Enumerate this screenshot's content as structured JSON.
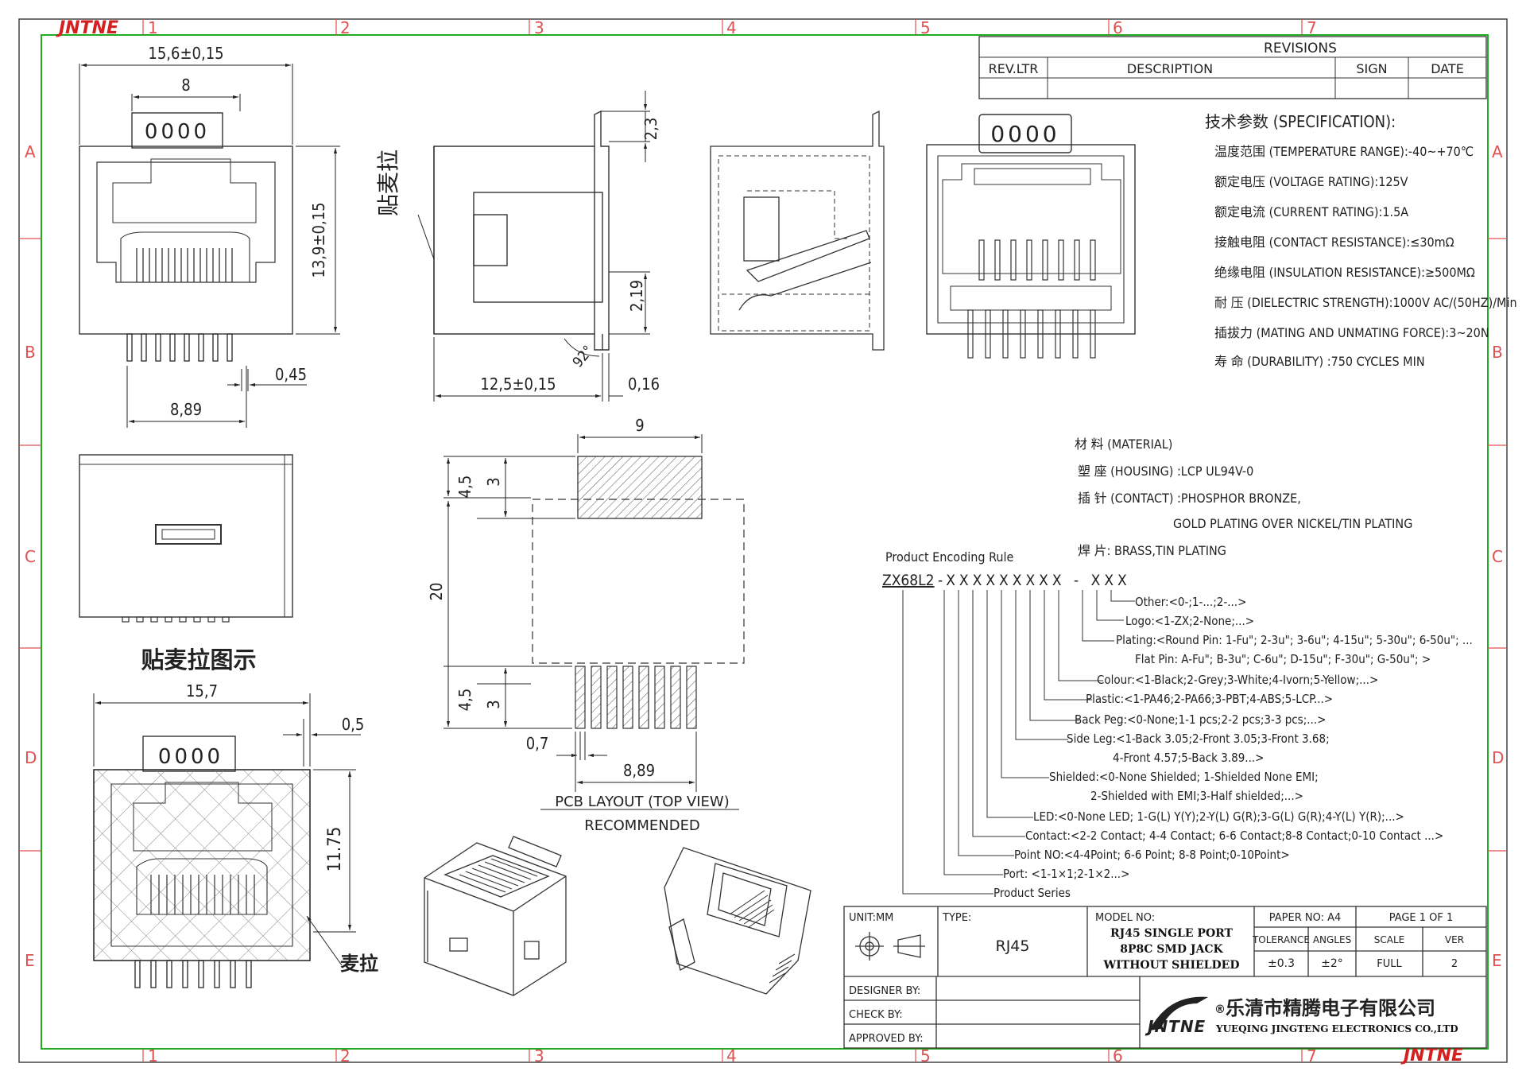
{
  "brand": {
    "logo_text": "JNTNE",
    "logo_color": "#d42020",
    "frame_color": "#22aa22",
    "zone_color": "#e05050"
  },
  "zones": {
    "columns": [
      "1",
      "2",
      "3",
      "4",
      "5",
      "6",
      "7"
    ],
    "rows": [
      "A",
      "B",
      "C",
      "D",
      "E"
    ]
  },
  "revisions": {
    "title": "REVISIONS",
    "headers": [
      "REV.LTR",
      "DESCRIPTION",
      "SIGN",
      "DATE"
    ]
  },
  "dims": {
    "front_width": "15,6±0,15",
    "top_width": "8",
    "height": "13,9±0,15",
    "pin_span": "8,89",
    "pin_width": "0,45",
    "side_tab": "2,3",
    "side_mid": "2,19",
    "side_depth": "12,5±0,15",
    "side_thick": "0,16",
    "angle": "92°",
    "pcb_w": "9",
    "pcb_top1": "4,5",
    "pcb_top2": "3",
    "pcb_h": "20",
    "pcb_bot1": "4,5",
    "pcb_bot2": "3",
    "pcb_pad": "0,7",
    "pcb_span": "8,89",
    "pull_width": "15,7",
    "pull_edge": "0,5",
    "pull_height": "11.75"
  },
  "labels": {
    "pull_vertical": "贴麦拉",
    "pull_title": "贴麦拉图示",
    "pull_arrow": "麦拉",
    "pcb_layout": "PCB LAYOUT (TOP VIEW)",
    "recommended": "RECOMMENDED",
    "front_contacts": "0000"
  },
  "specification": {
    "title": "技术参数 (SPECIFICATION):",
    "items": [
      "温度范围 (TEMPERATURE RANGE):-40~+70℃",
      "额定电压 (VOLTAGE RATING):125V",
      "额定电流 (CURRENT RATING):1.5A",
      "接触电阻 (CONTACT RESISTANCE):≤30mΩ",
      "绝缘电阻 (INSULATION RESISTANCE):≥500MΩ",
      "耐  压 (DIELECTRIC STRENGTH):1000V AC/(50HZ)/Min",
      "插拔力 (MATING AND UNMATING FORCE):3~20N",
      "寿  命 (DURABILITY) :750 CYCLES MIN"
    ]
  },
  "material": {
    "title": "材 料 (MATERIAL)",
    "items": [
      "塑  座 (HOUSING) :LCP UL94V-0",
      "插  针 (CONTACT) :PHOSPHOR BRONZE,",
      "GOLD PLATING OVER NICKEL/TIN PLATING",
      "焊  片: BRASS,TIN PLATING"
    ]
  },
  "encoding": {
    "title": "Product Encoding Rule",
    "code_prefix": "ZX68L2",
    "code_rest": "-XXXXXXXXX - XXX",
    "rules": [
      "Other:<0-;1-...;2-...>",
      "Logo:<1-ZX;2-None;...>",
      "Plating:<Round Pin:  1-Fu\"; 2-3u\"; 3-6u\"; 4-15u\"; 5-30u\"; 6-50u\"; ...",
      "Flat Pin:   A-Fu\"; B-3u\"; C-6u\"; D-15u\"; F-30u\"; G-50u\"; >",
      "Colour:<1-Black;2-Grey;3-White;4-Ivorn;5-Yellow;...>",
      "Plastic:<1-PA46;2-PA66;3-PBT;4-ABS;5-LCP...>",
      "Back Peg:<0-None;1-1 pcs;2-2 pcs;3-3 pcs;...>",
      "Side Leg:<1-Back 3.05;2-Front 3.05;3-Front 3.68;",
      "4-Front 4.57;5-Back 3.89...>",
      "Shielded:<0-None Shielded; 1-Shielded None EMI;",
      "2-Shielded with EMI;3-Half shielded;...>",
      "LED:<0-None LED; 1-G(L) Y(Y);2-Y(L) G(R);3-G(L) G(R);4-Y(L) Y(R);...>",
      "Contact:<2-2 Contact; 4-4 Contact; 6-6 Contact;8-8 Contact;0-10 Contact ...>",
      "Point NO:<4-4Point; 6-6 Point; 8-8 Point;0-10Point>",
      "Port: <1-1×1;2-1×2...>",
      "Product Series"
    ]
  },
  "title_block": {
    "unit": "UNIT:MM",
    "type_label": "TYPE:",
    "type_value": "RJ45",
    "model_label": "MODEL NO:",
    "model_lines": [
      "RJ45 SINGLE PORT",
      "8P8C SMD JACK",
      "WITHOUT SHIELDED"
    ],
    "paper": "PAPER NO: A4",
    "page": "PAGE 1 OF 1",
    "tolerance_label": "TOLERANCE",
    "tolerance_value": "±0.3",
    "angles_label": "ANGLES",
    "angles_value": "±2°",
    "scale_label": "SCALE",
    "scale_value": "FULL",
    "ver_label": "VER",
    "ver_value": "2",
    "designer": "DESIGNER BY:",
    "check": "CHECK   BY:",
    "approved": "APPROVED BY:",
    "company_cn": "乐清市精腾电子有限公司",
    "company_en": "YUEQING JINGTENG ELECTRONICS CO.,LTD",
    "company_mark": "®"
  }
}
